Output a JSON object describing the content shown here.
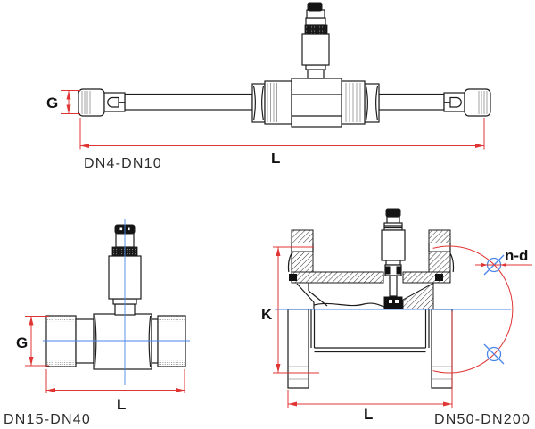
{
  "diagram": {
    "colors": {
      "line": "#1c1c1c",
      "dimension": "#e03535",
      "centerline": "#4a86e8",
      "label": "#2d2d2d"
    },
    "views": [
      {
        "caption": "DN4-DN10",
        "dim_g": "G",
        "dim_l": "L"
      },
      {
        "caption": "DN15-DN40",
        "dim_g": "G",
        "dim_l": "L"
      },
      {
        "caption": "DN50-DN200",
        "dim_k": "K",
        "dim_l": "L",
        "bolt_label": "n-d"
      }
    ]
  }
}
